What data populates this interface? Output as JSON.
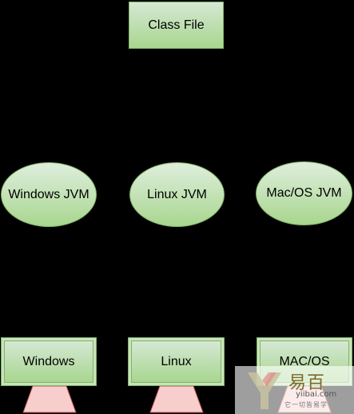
{
  "nodes": {
    "class_file": "Class File",
    "windows_jvm": "Windows JVM",
    "linux_jvm": "Linux JVM",
    "mac_jvm": "Mac/OS JVM",
    "windows_os": "Windows",
    "linux_os": "Linux",
    "mac_os": "MAC/OS"
  },
  "watermark": {
    "chinese": "易百",
    "site": "yiibai.com",
    "slogan": "它一切皆易学"
  },
  "colors": {
    "background": "#000000",
    "node_fill": "#d5e8d4",
    "node_border": "#82b366",
    "stand_fill": "#f8cecc",
    "stand_border": "#b85450"
  }
}
